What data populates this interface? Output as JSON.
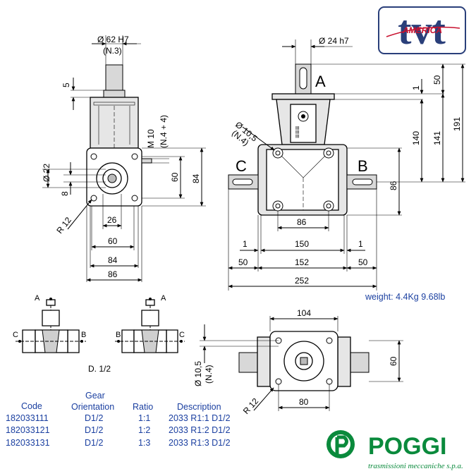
{
  "brand": {
    "tvt_text": "tvt",
    "tvt_sub": "AMERICA",
    "poggi_name": "POGGI",
    "poggi_sub": "trasmissioni meccaniche s.p.a."
  },
  "weight": "weight: 4.4Kg 9.68lb",
  "side_view": {
    "d62": "Ø 62 H7",
    "n3": "(N.3)",
    "d5": "5",
    "m10": "M 10",
    "n44": "(N.4 + 4)",
    "d22": "Ø 22",
    "d8": "8",
    "d60v": "60",
    "d84v": "84",
    "r12": "R 12",
    "d26": "26",
    "d60h": "60",
    "d84h": "84",
    "d86h": "86"
  },
  "front_view": {
    "d24": "Ø 24 h7",
    "A": "A",
    "B": "B",
    "C": "C",
    "d105": "Ø 10,5",
    "n4": "(N.4)",
    "d1v": "1",
    "d50v": "50",
    "d140": "140",
    "d141": "141",
    "d191": "191",
    "d86v": "86",
    "d86h": "86",
    "d1l": "1",
    "d150": "150",
    "d1r": "1",
    "d50l": "50",
    "d152": "152",
    "d50r": "50",
    "d252": "252"
  },
  "bottom_view": {
    "d104": "104",
    "d105": "Ø 10,5",
    "n4": "(N.4)",
    "d60": "60",
    "r12": "R 12",
    "d80": "80"
  },
  "orientation": {
    "left_A": "A",
    "left_B": "B",
    "left_C": "C",
    "right_A": "A",
    "right_B": "B",
    "right_C": "C",
    "caption": "D. 1/2"
  },
  "table": {
    "headers": {
      "code": "Code",
      "gear1": "Gear",
      "gear2": "Orientation",
      "ratio": "Ratio",
      "desc": "Description"
    },
    "rows": [
      {
        "code": "182033111",
        "orientation": "D1/2",
        "ratio": "1:1",
        "description": "2033 R1:1 D1/2"
      },
      {
        "code": "182033121",
        "orientation": "D1/2",
        "ratio": "1:2",
        "description": "2033 R1:2 D1/2"
      },
      {
        "code": "182033131",
        "orientation": "D1/2",
        "ratio": "1:3",
        "description": "2033 R1:3 D1/2"
      }
    ]
  },
  "colors": {
    "text_blue": "#1a3fa0",
    "tvt_blue": "#2a3f7a",
    "tvt_red": "#c8102e",
    "poggi_green": "#0a8a3c"
  }
}
